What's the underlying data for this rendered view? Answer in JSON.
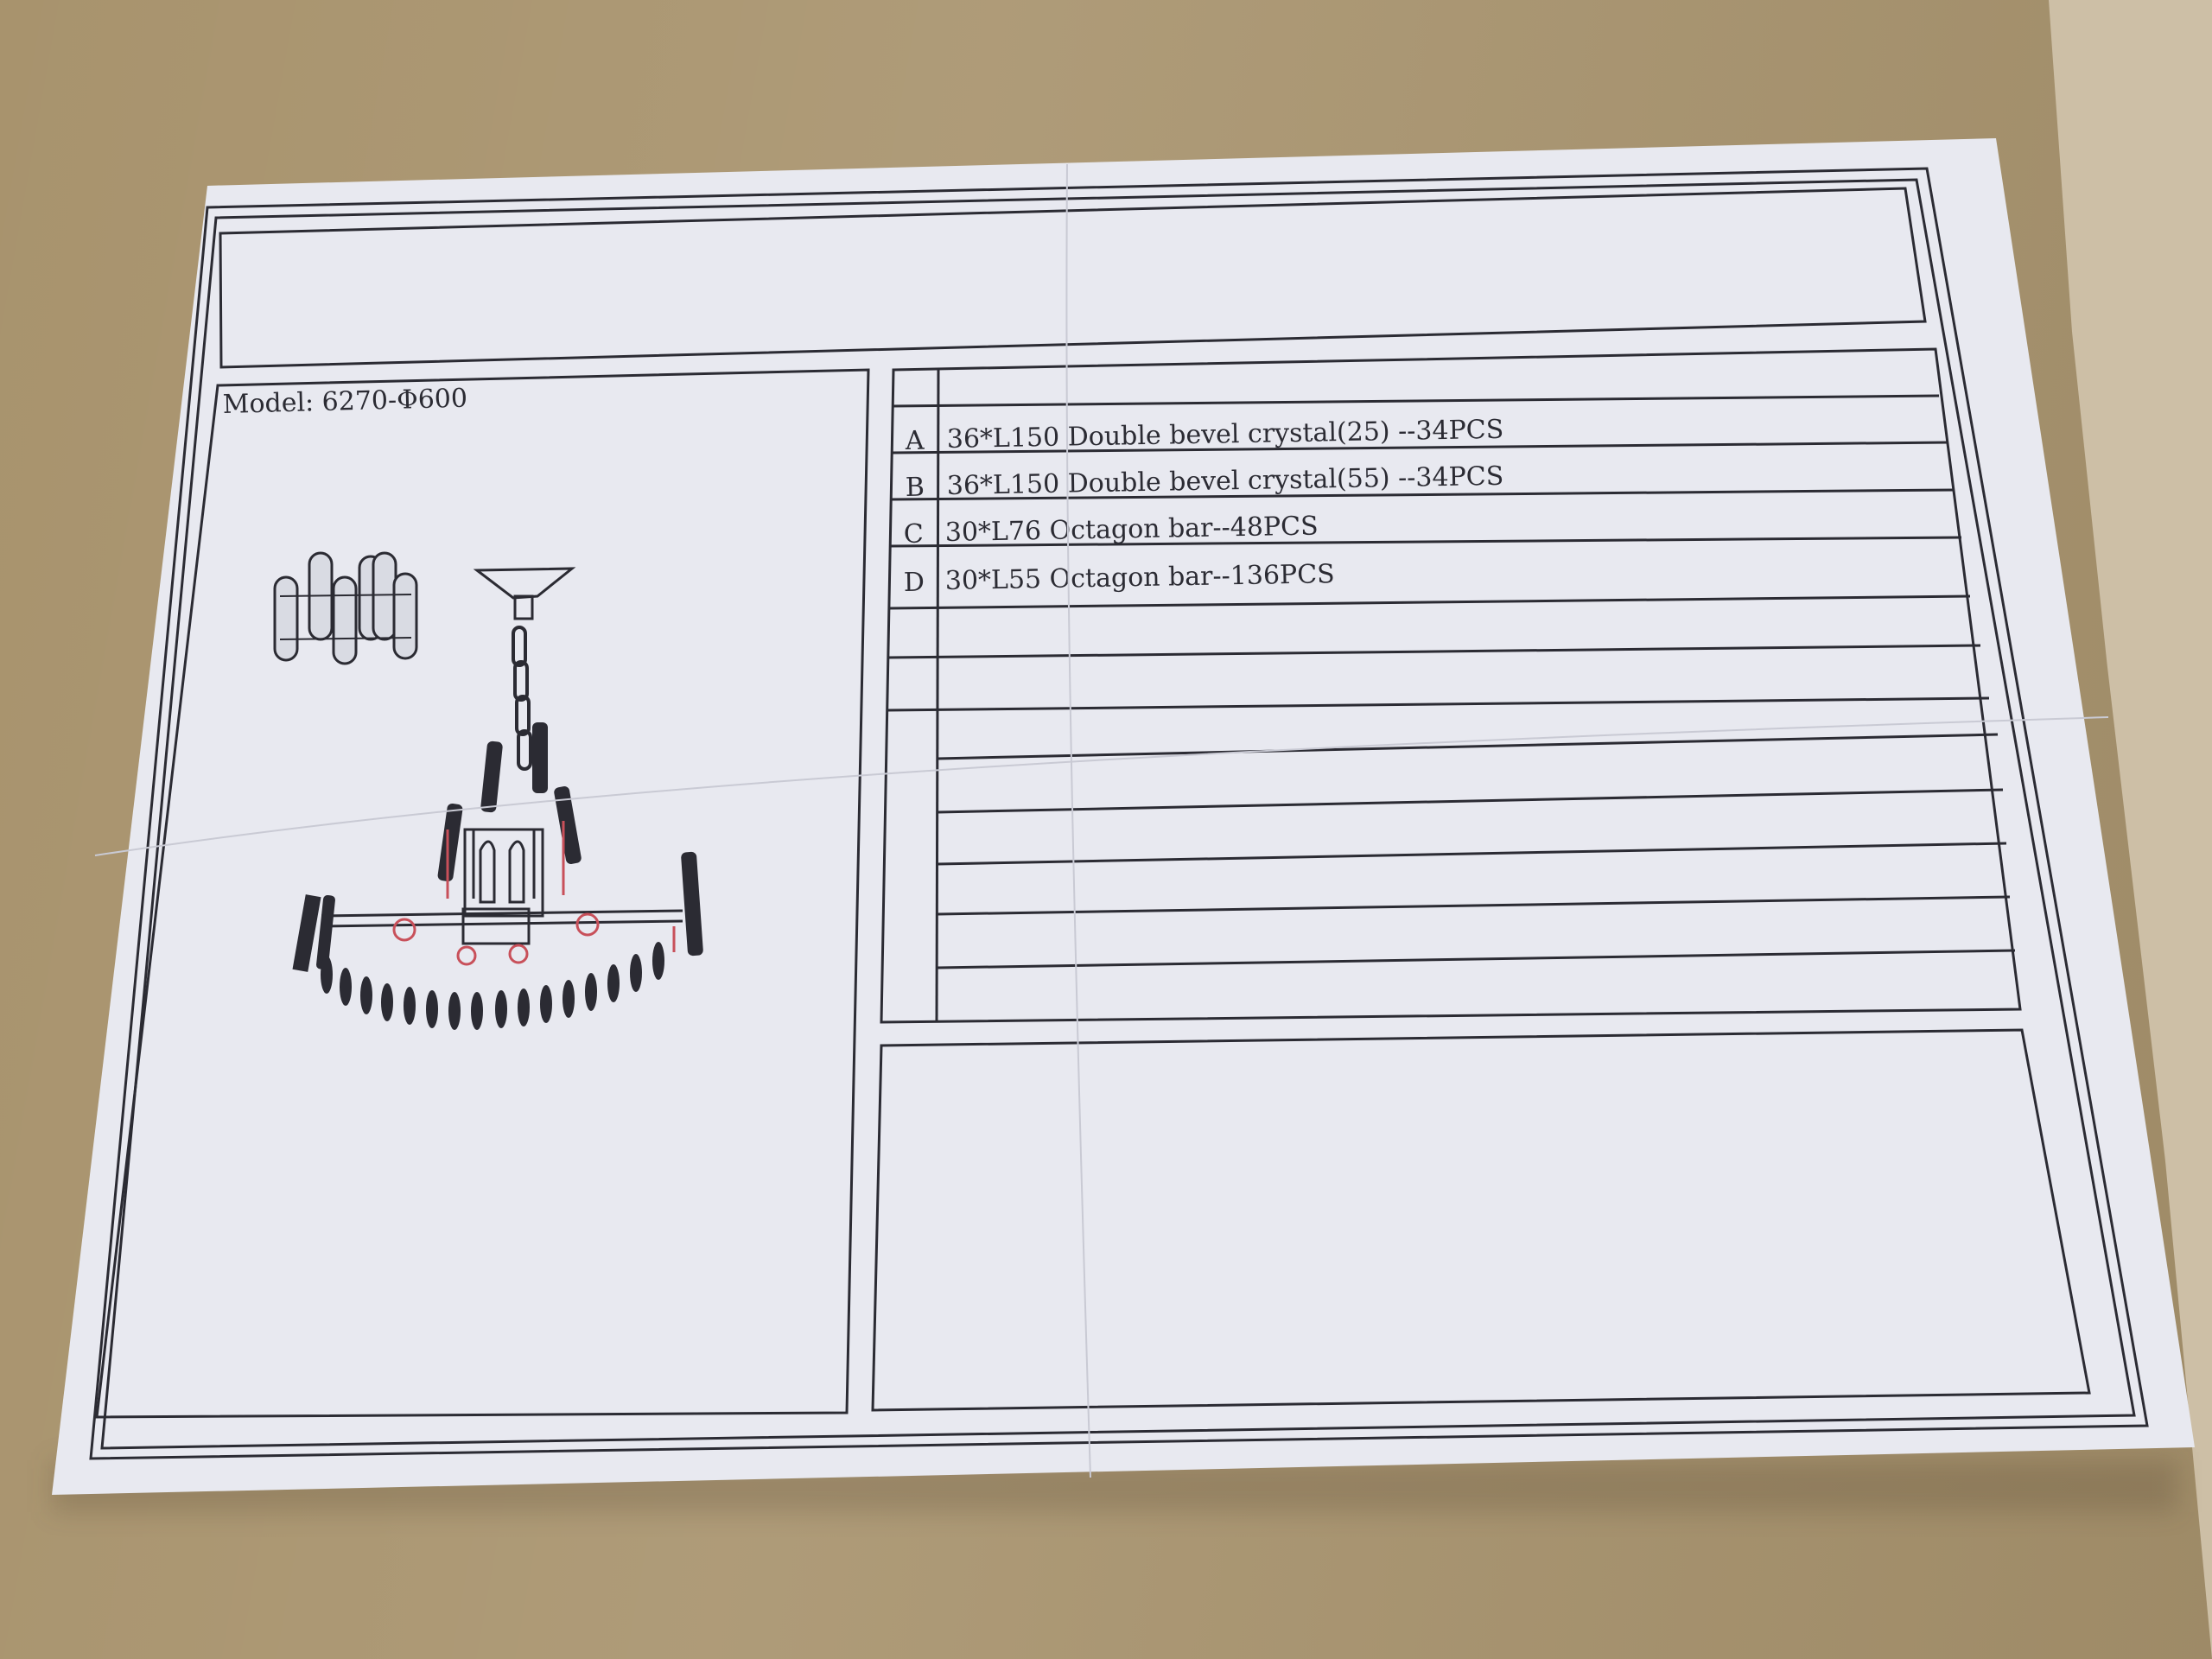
{
  "document": {
    "model_label": "Model: 6270-Φ600",
    "parts": [
      {
        "letter": "A",
        "description": "36*L150 Double bevel crystal(25) --34PCS"
      },
      {
        "letter": "B",
        "description": "36*L150 Double bevel crystal(55) --34PCS"
      },
      {
        "letter": "C",
        "description": "30*L76 Octagon bar--48PCS"
      },
      {
        "letter": "D",
        "description": "30*L55 Octagon bar--136PCS"
      }
    ],
    "colors": {
      "paper": "#e8e9f0",
      "ink": "#2b2b33",
      "cardboard": "#a8936d",
      "highlight_red": "#c8505a"
    }
  }
}
